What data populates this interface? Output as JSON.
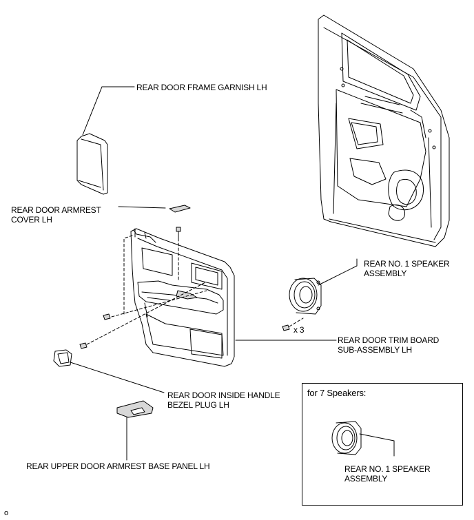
{
  "labels": {
    "frame_garnish": "REAR DOOR FRAME GARNISH LH",
    "armrest_cover_1": "REAR DOOR ARMREST",
    "armrest_cover_2": "COVER LH",
    "speaker_1": "REAR NO. 1 SPEAKER",
    "speaker_2": "ASSEMBLY",
    "screw_qty": "x 3",
    "trim_board_1": "REAR DOOR TRIM BOARD",
    "trim_board_2": "SUB-ASSEMBLY LH",
    "bezel_plug_1": "REAR DOOR INSIDE HANDLE",
    "bezel_plug_2": "BEZEL PLUG LH",
    "armrest_base": "REAR UPPER DOOR ARMREST BASE PANEL LH",
    "figure_code": "o"
  },
  "inset": {
    "title": "for 7 Speakers:",
    "speaker_1": "REAR NO. 1 SPEAKER",
    "speaker_2": "ASSEMBLY"
  },
  "colors": {
    "line": "#000000",
    "fill": "#ffffff",
    "shade": "#d8d8d8"
  }
}
